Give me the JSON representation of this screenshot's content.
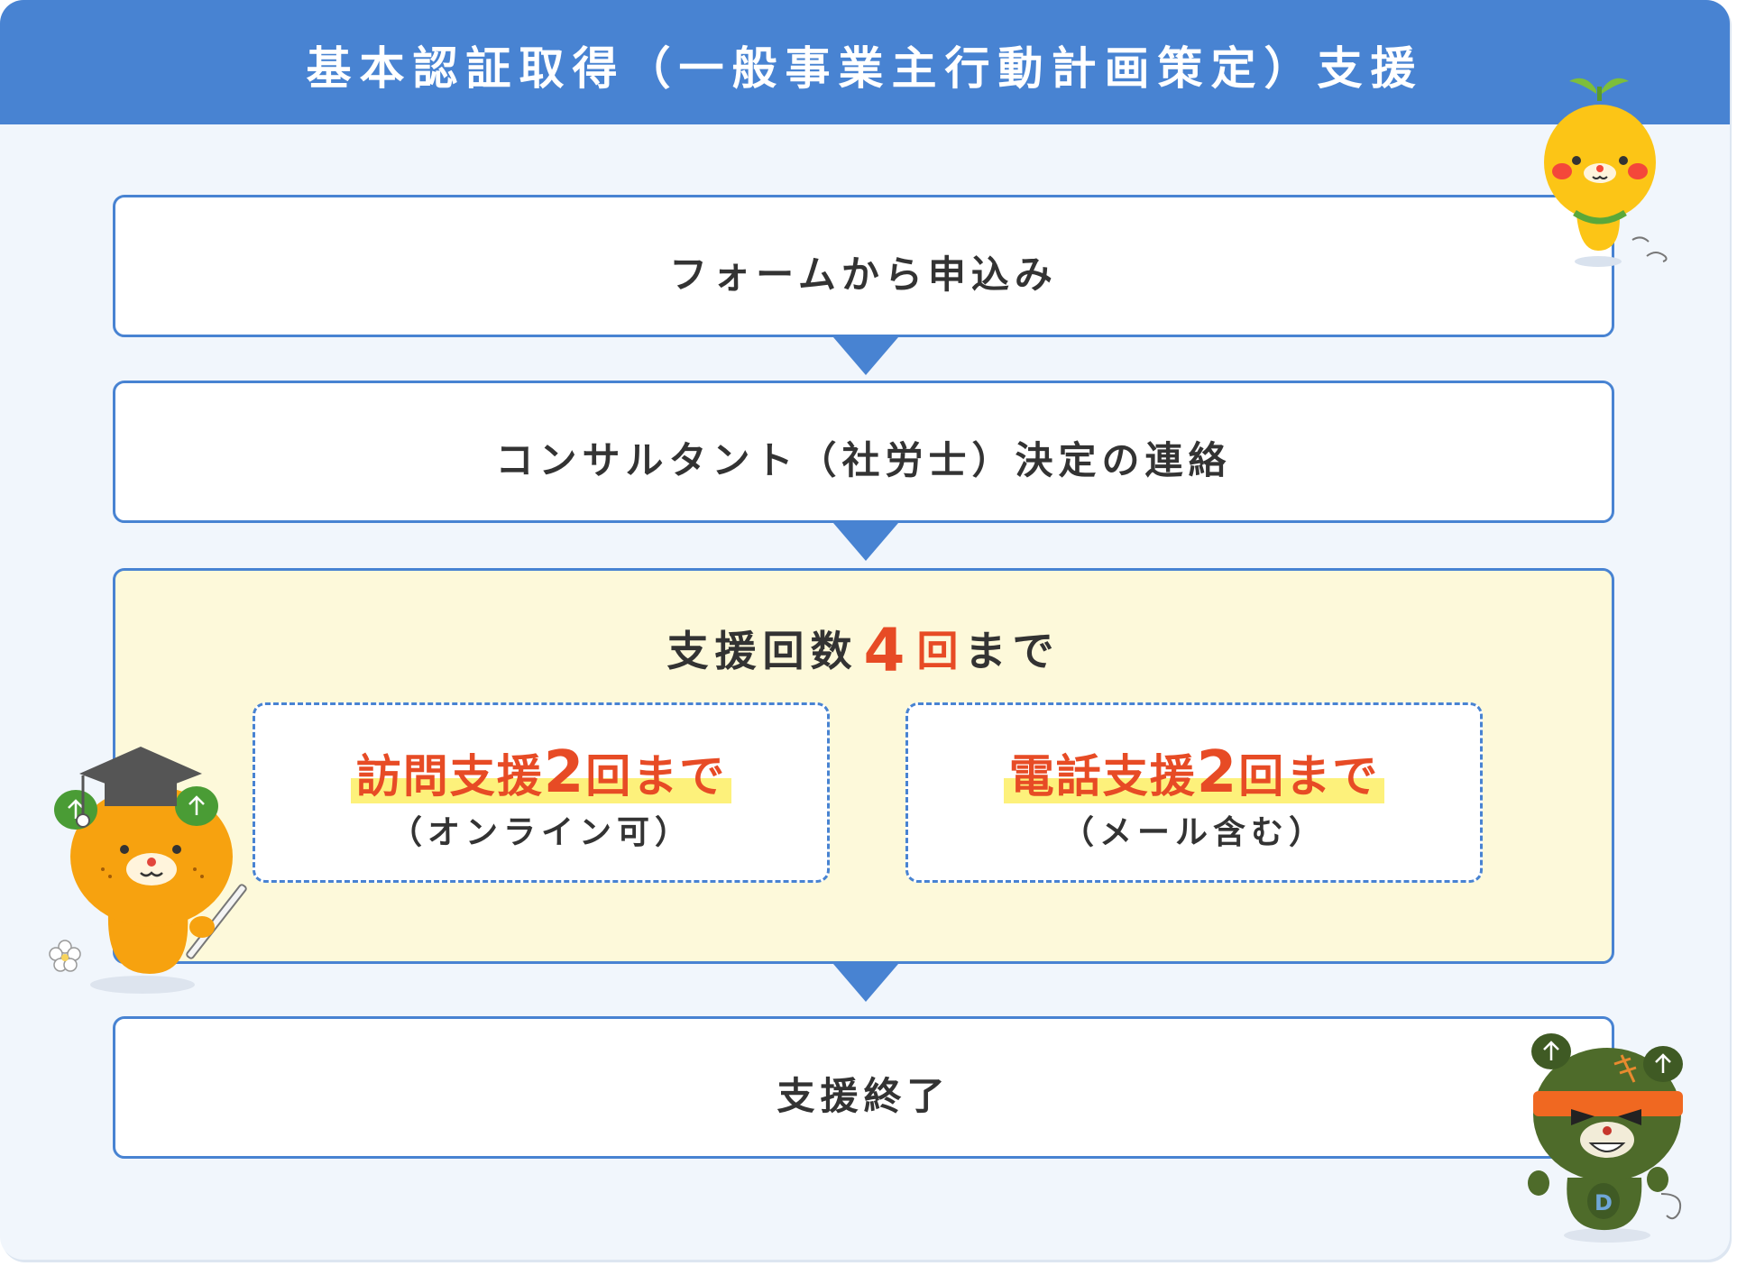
{
  "header": {
    "title": "基本認証取得（一般事業主行動計画策定）支援"
  },
  "steps": {
    "apply": "フォームから申込み",
    "consultant": "コンサルタント（社労士）決定の連絡",
    "end": "支援終了"
  },
  "support": {
    "title_prefix": "支援回数",
    "title_count": "4",
    "title_unit": "回",
    "title_suffix": "まで",
    "visit": {
      "label_prefix": "訪問支援",
      "label_count": "2",
      "label_suffix": "回まで",
      "note": "（オンライン可）"
    },
    "phone": {
      "label_prefix": "電話支援",
      "label_count": "2",
      "label_suffix": "回まで",
      "note": "（メール含む）"
    }
  },
  "colors": {
    "primary": "#4883d2",
    "accent": "#e74b25",
    "highlight": "#fdf17b",
    "support_bg": "#fdf9da",
    "page_bg": "#f1f6fc"
  },
  "icons": [
    "mikyan-mascot",
    "mikyan-teacher-mascot",
    "dark-mikyan-mascot",
    "flower-icon"
  ]
}
